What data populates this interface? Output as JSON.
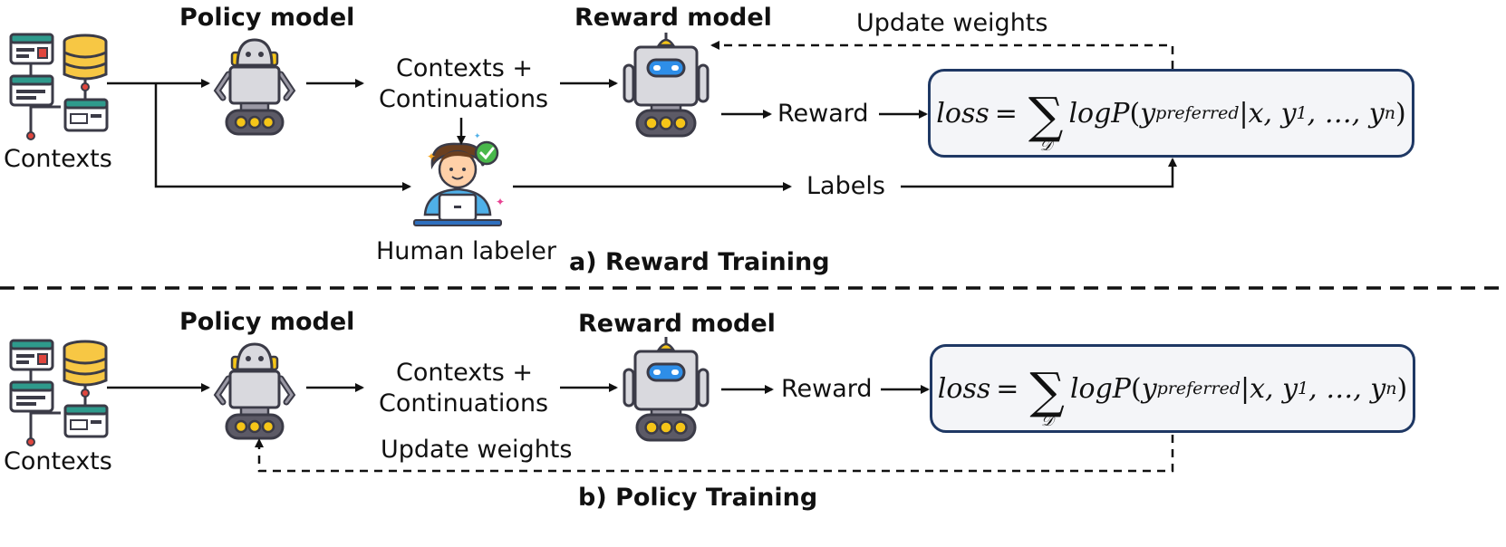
{
  "panels": [
    {
      "caption": "a) Reward Training",
      "policy_title": "Policy model",
      "reward_title": "Reward model",
      "contexts_label": "Contexts",
      "continuations_line1": "Contexts +",
      "continuations_line2": "Continuations",
      "reward_label": "Reward",
      "labels_label": "Labels",
      "human_label": "Human labeler",
      "update_label": "Update weights",
      "loss": {
        "lhs": "loss",
        "eq": "=",
        "sigma": "∑",
        "sum_sub": "𝒟",
        "func": "logP",
        "y": "y",
        "y_sub": "preferred",
        "args": "|x, y",
        "sub1": "1",
        "dots": ", …, y",
        "subn": "n",
        "close": ")"
      }
    },
    {
      "caption": "b) Policy Training",
      "policy_title": "Policy model",
      "reward_title": "Reward model",
      "contexts_label": "Contexts",
      "continuations_line1": "Contexts +",
      "continuations_line2": "Continuations",
      "reward_label": "Reward",
      "update_label": "Update weights",
      "loss": {
        "lhs": "loss",
        "eq": "=",
        "sigma": "∑",
        "sum_sub": "𝒟",
        "func": "logP",
        "y": "y",
        "y_sub": "preferred",
        "args": "|x, y",
        "sub1": "1",
        "dots": ", …, y",
        "subn": "n",
        "close": ")"
      }
    }
  ],
  "colors": {
    "box_border": "#1f3864",
    "box_fill": "#f4f5f8",
    "robot_body": "#d9d9de",
    "robot_dark": "#5c5a66",
    "robot_yellow": "#f5c518",
    "robot_blue": "#2e8ee8",
    "db_yellow": "#f7c744",
    "server_green": "#2e9a8c",
    "server_red": "#e0463e"
  },
  "icons": [
    "database-server-icon",
    "policy-robot-icon",
    "reward-robot-icon",
    "human-labeler-icon"
  ]
}
